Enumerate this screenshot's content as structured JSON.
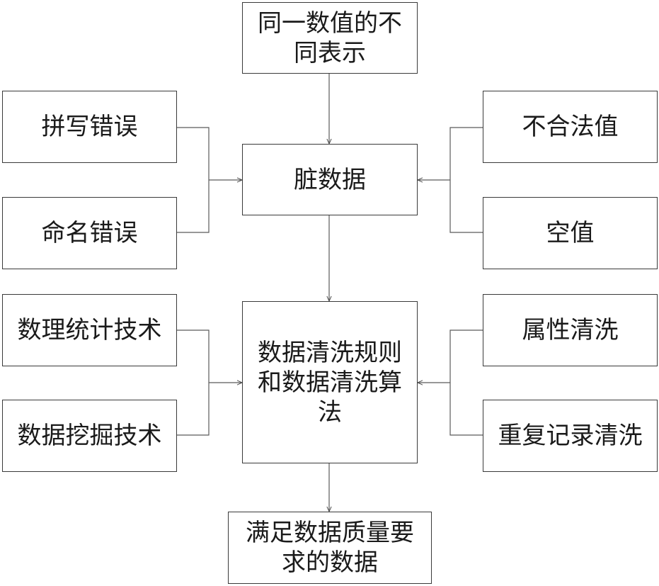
{
  "diagram": {
    "top_box": "同一数值的不同表示",
    "left_top_1": "拼写错误",
    "left_top_2": "命名错误",
    "dirty_data": "脏数据",
    "right_top_1": "不合法值",
    "right_top_2": "空值",
    "left_bottom_1": "数理统计技术",
    "left_bottom_2": "数据挖掘技术",
    "cleaning_rules": "数据清洗规则和数据清洗算法",
    "right_bottom_1": "属性清洗",
    "right_bottom_2": "重复记录清洗",
    "result": "满足数据质量要求的数据"
  }
}
